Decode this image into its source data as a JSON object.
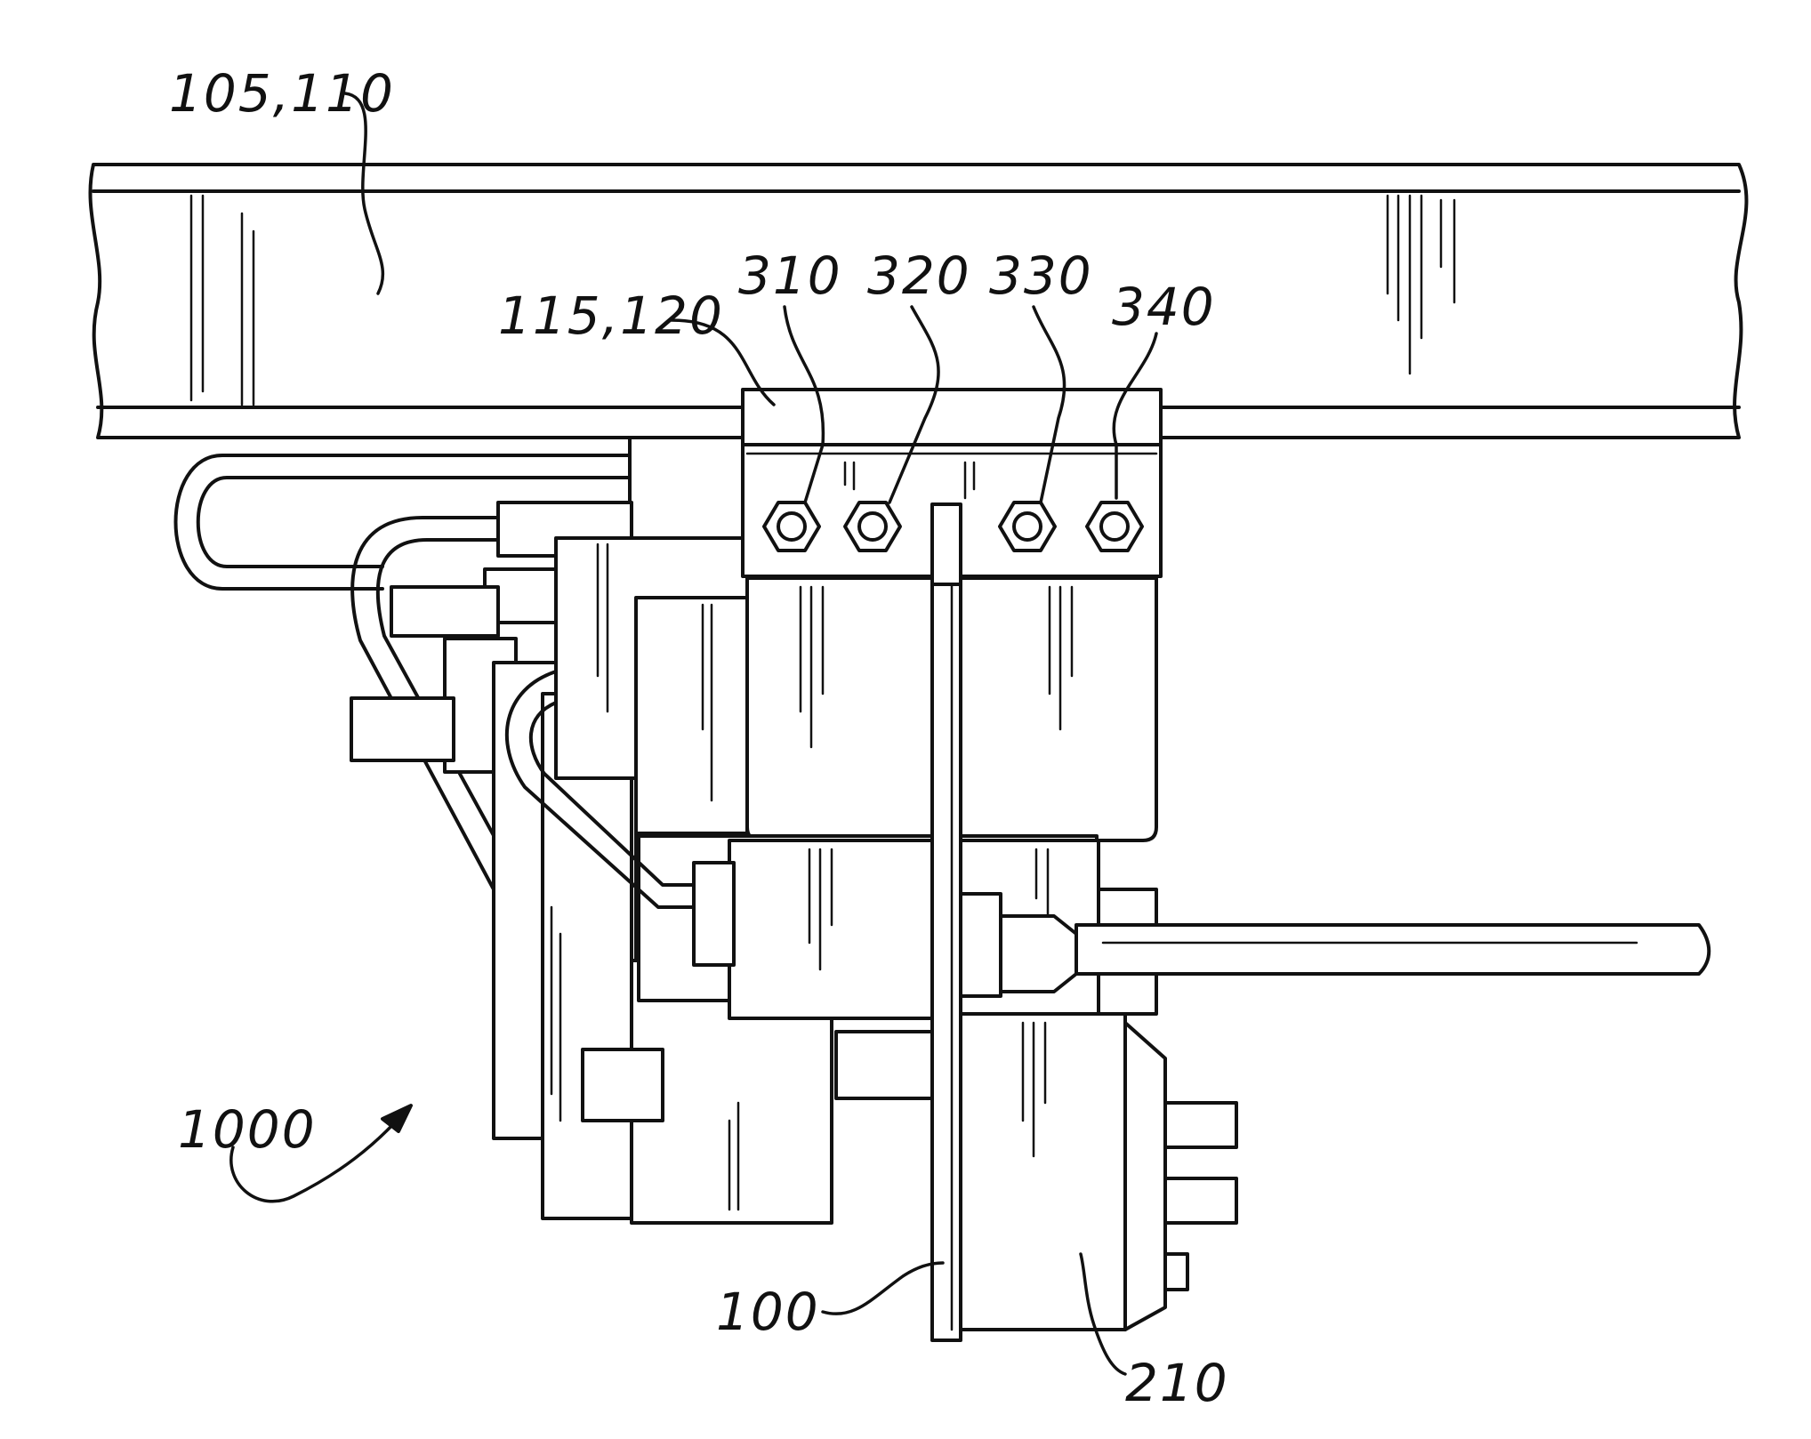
{
  "labels": {
    "rail": "105,110",
    "clamp": "115,120",
    "bolt1": "310",
    "bolt2": "320",
    "bolt3": "330",
    "bolt4": "340",
    "assembly": "1000",
    "plate": "100",
    "block": "210"
  },
  "colors": {
    "line": "#111111",
    "background": "#ffffff"
  }
}
